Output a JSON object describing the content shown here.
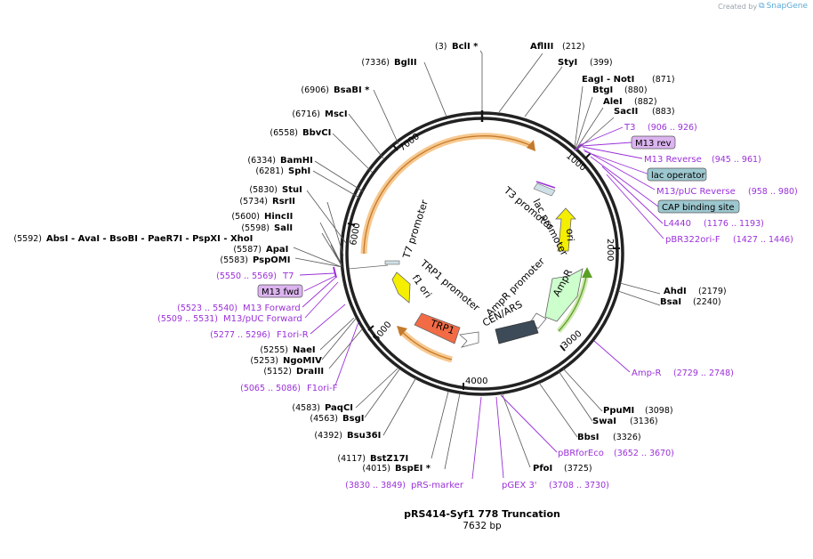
{
  "credit": {
    "prefix": "Created by",
    "brand": "SnapGene",
    "icon": "snapgene-logo"
  },
  "plasmid": {
    "name": "pRS414-Syf1 778 Truncation",
    "length_label": "7632 bp"
  },
  "ticks": [
    "1000",
    "2000",
    "3000",
    "4000",
    "5000",
    "6000",
    "7000"
  ],
  "enzymes": [
    {
      "pos": "(3)",
      "name": "BclI *"
    },
    {
      "pos": "(212)",
      "name": "AflIII"
    },
    {
      "pos": "(399)",
      "name": "StyI"
    },
    {
      "pos": "(871)",
      "name": "EagI - NotI"
    },
    {
      "pos": "(880)",
      "name": "BtgI"
    },
    {
      "pos": "(882)",
      "name": "AleI"
    },
    {
      "pos": "(883)",
      "name": "SacII"
    },
    {
      "pos": "(2179)",
      "name": "AhdI"
    },
    {
      "pos": "(2240)",
      "name": "BsaI"
    },
    {
      "pos": "(3098)",
      "name": "PpuMI"
    },
    {
      "pos": "(3136)",
      "name": "SwaI"
    },
    {
      "pos": "(3326)",
      "name": "BbsI"
    },
    {
      "pos": "(3725)",
      "name": "PfoI"
    },
    {
      "pos": "(4015)",
      "name": "BspEI *"
    },
    {
      "pos": "(4117)",
      "name": "BstZ17I"
    },
    {
      "pos": "(4392)",
      "name": "Bsu36I"
    },
    {
      "pos": "(4563)",
      "name": "BsgI"
    },
    {
      "pos": "(4583)",
      "name": "PaqCI"
    },
    {
      "pos": "(5152)",
      "name": "DraIII"
    },
    {
      "pos": "(5253)",
      "name": "NgoMIV"
    },
    {
      "pos": "(5255)",
      "name": "NaeI"
    },
    {
      "pos": "(5583)",
      "name": "PspOMI"
    },
    {
      "pos": "(5587)",
      "name": "ApaI"
    },
    {
      "pos": "(5592)",
      "name": "AbsI - AvaI - BsoBI - PaeR7I - PspXI - XhoI"
    },
    {
      "pos": "(5598)",
      "name": "SalI"
    },
    {
      "pos": "(5600)",
      "name": "HincII"
    },
    {
      "pos": "(5734)",
      "name": "RsrII"
    },
    {
      "pos": "(5830)",
      "name": "StuI"
    },
    {
      "pos": "(6281)",
      "name": "SphI"
    },
    {
      "pos": "(6334)",
      "name": "BamHI"
    },
    {
      "pos": "(6558)",
      "name": "BbvCI"
    },
    {
      "pos": "(6716)",
      "name": "MscI"
    },
    {
      "pos": "(6906)",
      "name": "BsaBI *"
    },
    {
      "pos": "(7336)",
      "name": "BglII"
    }
  ],
  "primers_right": [
    {
      "name": "T3",
      "range": "(906 .. 926)"
    },
    {
      "name": "M13 rev",
      "range": ""
    },
    {
      "name": "M13 Reverse",
      "range": "(945 .. 961)"
    },
    {
      "name": "lac operator",
      "range": ""
    },
    {
      "name": "M13/pUC Reverse",
      "range": "(958 .. 980)"
    },
    {
      "name": "CAP binding site",
      "range": ""
    },
    {
      "name": "L4440",
      "range": "(1176 .. 1193)"
    },
    {
      "name": "pBR322ori-F",
      "range": "(1427 .. 1446)"
    },
    {
      "name": "Amp-R",
      "range": "(2729 .. 2748)"
    },
    {
      "name": "pBRforEco",
      "range": "(3652 .. 3670)"
    },
    {
      "name": "pGEX 3'",
      "range": "(3708 .. 3730)"
    },
    {
      "name": "pRS-marker",
      "range": "(3830 .. 3849)"
    }
  ],
  "primers_left": [
    {
      "name": "T7",
      "range": "(5550 .. 5569)"
    },
    {
      "name": "M13 fwd",
      "range": ""
    },
    {
      "name": "M13 Forward",
      "range": "(5523 .. 5540)"
    },
    {
      "name": "M13/pUC Forward",
      "range": "(5509 .. 5531)"
    },
    {
      "name": "F1ori-R",
      "range": "(5277 .. 5296)"
    },
    {
      "name": "F1ori-F",
      "range": "(5065 .. 5086)"
    }
  ],
  "inner_features": {
    "t3_promoter": "T3 promoter",
    "lac_promoter": "lac promoter",
    "ori": "ori",
    "ampr": "AmpR",
    "ampr_promoter": "AmpR promoter",
    "cen_ars": "CEN/ARS",
    "trp1": "TRP1",
    "trp1_promoter": "TRP1 promoter",
    "f1_ori": "f1 ori",
    "t7_promoter": "T7 promoter"
  },
  "colors": {
    "purple": "#9b30d9",
    "box_purple": "#dcb4f0",
    "box_teal": "#9cc7cf",
    "orange": "#f7b26a",
    "yellow": "#f4ee00",
    "green": "#ccffcc",
    "trp1": "#f26b45",
    "cen": "#3d4b58"
  }
}
